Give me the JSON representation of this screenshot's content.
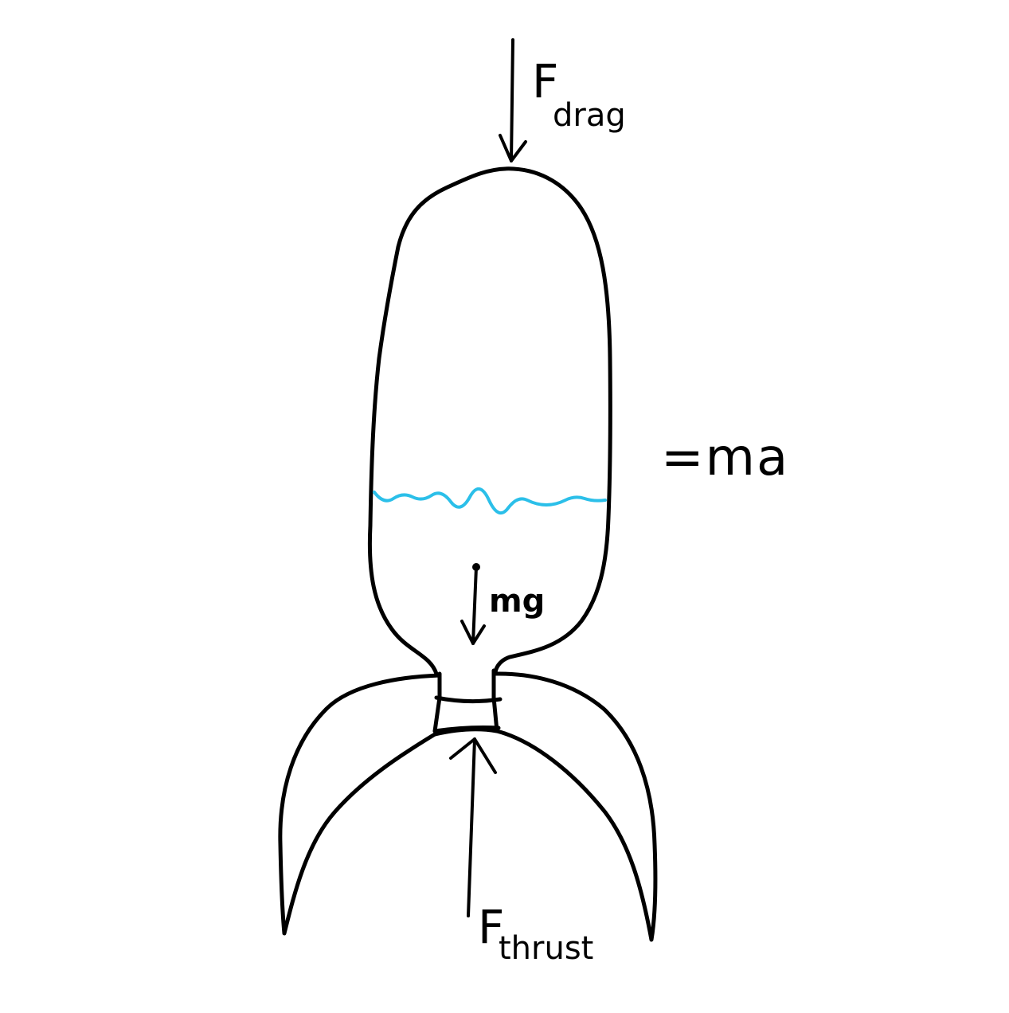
{
  "diagram": {
    "drag_label": {
      "main": "F",
      "subscript": "drag"
    },
    "thrust_label": {
      "main": "F",
      "subscript": "thrust"
    },
    "weight_label": "mg",
    "equation": "=ma"
  },
  "colors": {
    "ink": "#000000",
    "water_line": "#2bbfe9",
    "background": "#ffffff"
  }
}
